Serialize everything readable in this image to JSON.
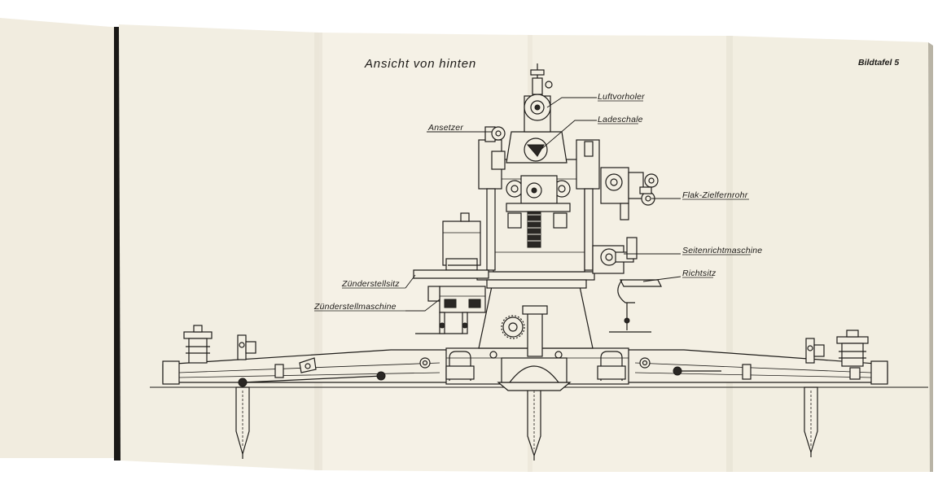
{
  "document": {
    "title": "Ansicht von hinten",
    "plate_label": "Bildtafel 5",
    "colors": {
      "paper": "#f3efe3",
      "paper_shadow": "#e6e1d2",
      "ink": "#1e1c19",
      "spine": "#1a1816"
    }
  },
  "labels": {
    "luftvorholer": "Luftvorholer",
    "ladeschale": "Ladeschale",
    "ansetzer": "Ansetzer",
    "flak_zielfernrohr": "Flak-Zielfernrohr",
    "seitenrichtmaschine": "Seitenrichtmaschine",
    "richtsitz": "Richtsitz",
    "zuenderstellsitz": "Zünderstellsitz",
    "zuenderstellmaschine": "Zünderstellmaschine"
  }
}
